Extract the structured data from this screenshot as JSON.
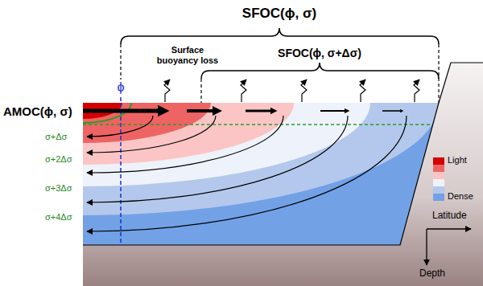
{
  "diagram": {
    "labels": [
      "SFOC(ϕ, σ)",
      "SFOC(ϕ, σ+Δσ)",
      "Surface buoyancy loss",
      "ϕ",
      "AMOC(ϕ, σ)",
      "σ+Δσ",
      "σ+2Δσ",
      "σ+3Δσ",
      "σ+4Δσ",
      "Latitude",
      "Depth"
    ],
    "legend": [
      {
        "text": "Light",
        "color": "#d40000"
      },
      {
        "text": "Dense",
        "color": "#72a1e6"
      }
    ]
  }
}
